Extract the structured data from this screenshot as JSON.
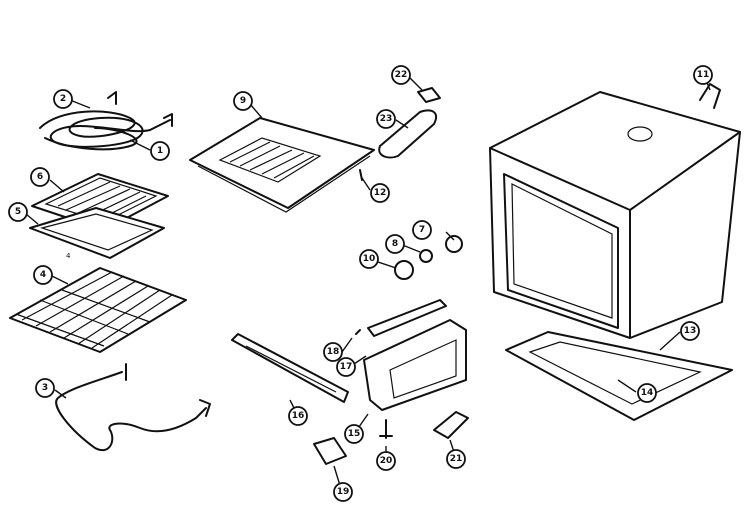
{
  "diagram": {
    "callouts": [
      {
        "id": "c1",
        "label": "1"
      },
      {
        "id": "c2",
        "label": "2"
      },
      {
        "id": "c3",
        "label": "3"
      },
      {
        "id": "c4",
        "label": "4"
      },
      {
        "id": "c5",
        "label": "5"
      },
      {
        "id": "c6",
        "label": "6"
      },
      {
        "id": "c7",
        "label": "7"
      },
      {
        "id": "c8",
        "label": "8"
      },
      {
        "id": "c9",
        "label": "9"
      },
      {
        "id": "c10",
        "label": "10"
      },
      {
        "id": "c11",
        "label": "11"
      },
      {
        "id": "c12",
        "label": "12"
      },
      {
        "id": "c13",
        "label": "13"
      },
      {
        "id": "c14",
        "label": "14"
      },
      {
        "id": "c15",
        "label": "15"
      },
      {
        "id": "c16",
        "label": "16"
      },
      {
        "id": "c17",
        "label": "17"
      },
      {
        "id": "c18",
        "label": "18"
      },
      {
        "id": "c19",
        "label": "19"
      },
      {
        "id": "c20",
        "label": "20"
      },
      {
        "id": "c21",
        "label": "21"
      },
      {
        "id": "c22",
        "label": "22"
      },
      {
        "id": "c23",
        "label": "23"
      }
    ],
    "small_marks": {
      "pan_mark": "4"
    }
  }
}
